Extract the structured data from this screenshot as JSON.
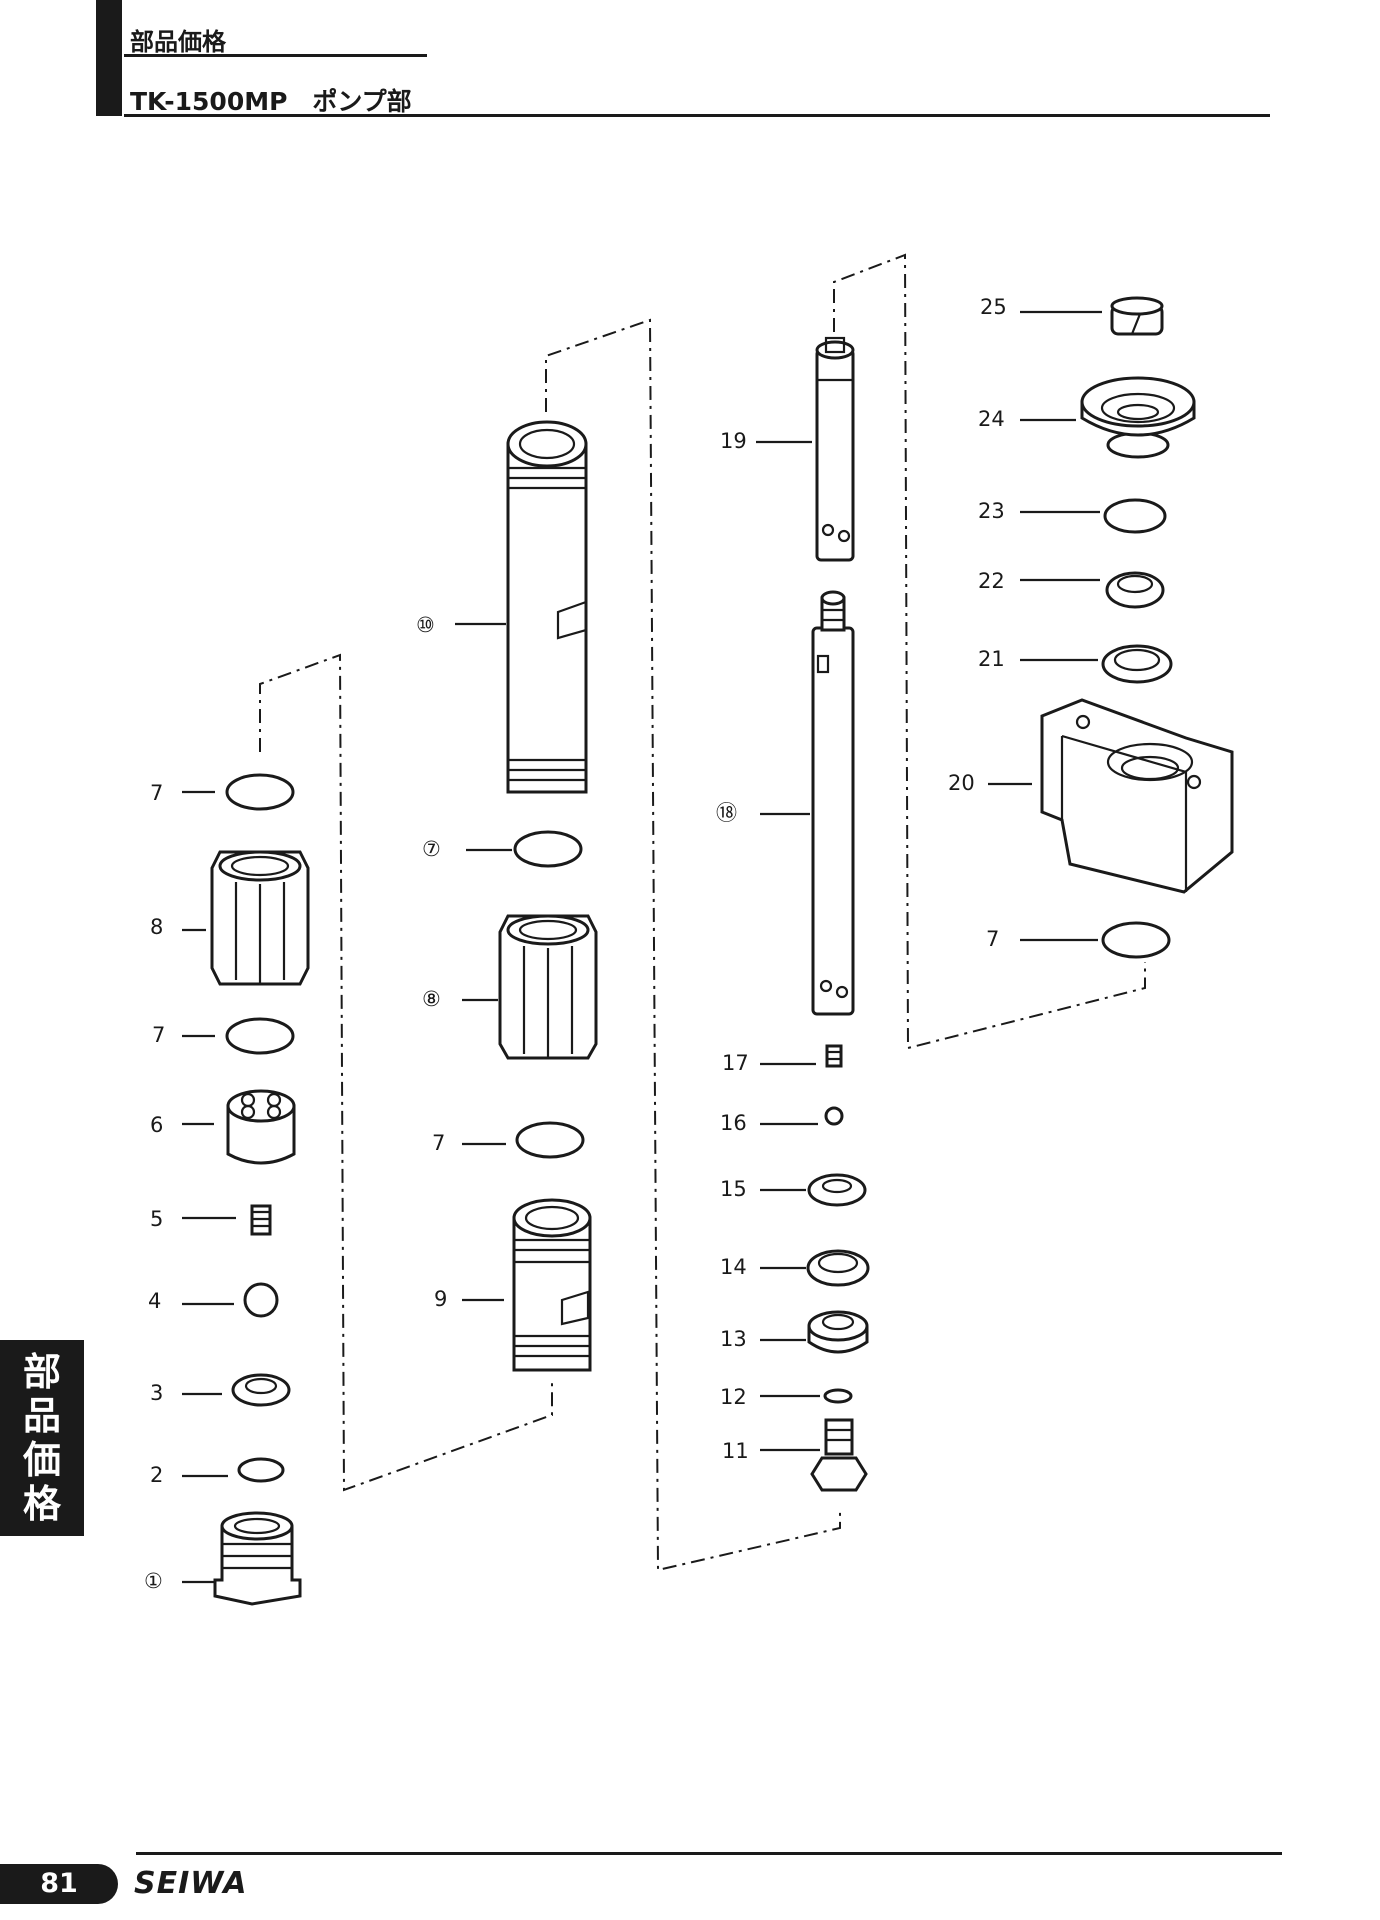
{
  "header": {
    "section": "部品価格",
    "title": "TK-1500MP　ポンプ部"
  },
  "side_tab": {
    "text": [
      "部",
      "品",
      "価",
      "格"
    ]
  },
  "footer": {
    "page_number": "81",
    "brand": "SEIWA"
  },
  "callouts": {
    "c1": "①",
    "c2": "2",
    "c3": "3",
    "c4": "4",
    "c5": "5",
    "c6": "6",
    "c7a": "7",
    "c8a": "8",
    "c7b": "7",
    "c10": "⑩",
    "c7c": "⑦",
    "c8b": "⑧",
    "c7d": "7",
    "c9": "9",
    "c19": "19",
    "c18": "⑱",
    "c17": "17",
    "c16": "16",
    "c15": "15",
    "c14": "14",
    "c13": "13",
    "c12": "12",
    "c11": "11",
    "c25": "25",
    "c24": "24",
    "c23": "23",
    "c22": "22",
    "c21": "21",
    "c20": "20",
    "c7e": "7"
  }
}
